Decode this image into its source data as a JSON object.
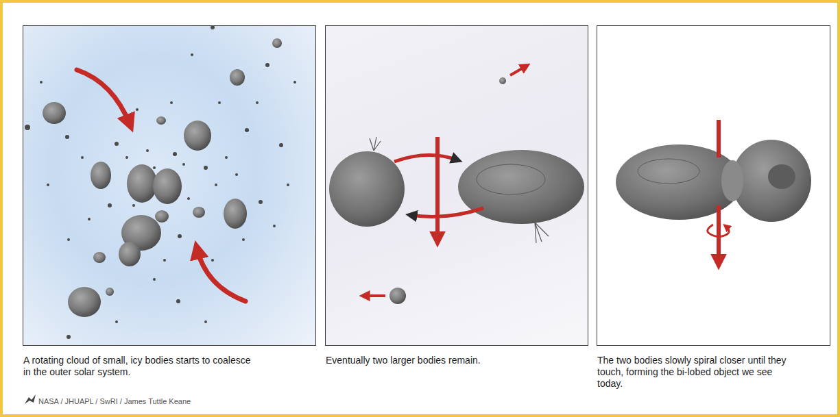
{
  "diagram": {
    "nodes": [
      {
        "text": [
          "A rotating cloud of small, icy bodies starts to coalesce in the outer solar system."
        ]
      },
      {
        "text": [
          "Eventually two larger bodies remain."
        ]
      },
      {
        "text": [
          "The two bodies slowly spiral closer until they touch, forming the bi-lobed object we see today."
        ]
      }
    ],
    "labels": [
      "NASA / JHUAPL / SwRI / James Tuttle Keane"
    ]
  }
}
